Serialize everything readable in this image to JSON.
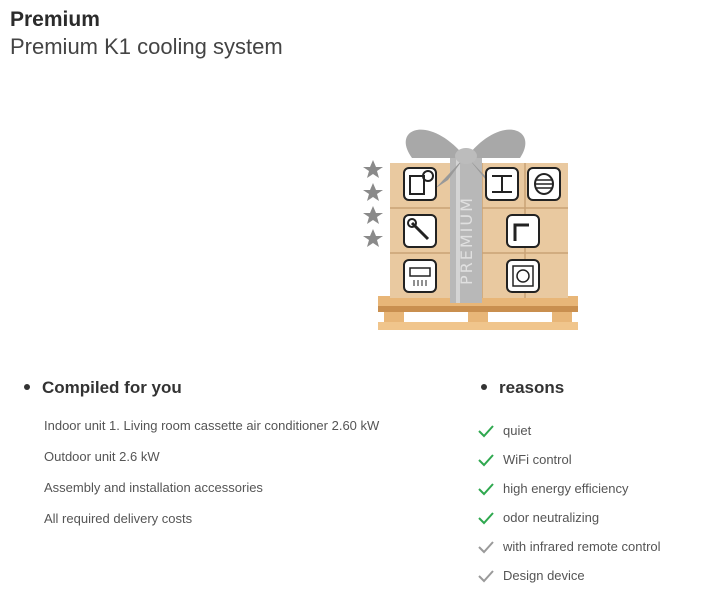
{
  "header": {
    "title": "Premium",
    "subtitle": "Premium K1 cooling system"
  },
  "hero": {
    "band_text": "PREMIUM",
    "star_count": 4,
    "icons": [
      "settings-document-icon",
      "steel-beam-icon",
      "cable-reel-icon",
      "wrench-icon",
      "pipe-icon",
      "indoor-ac-unit-icon",
      "outdoor-ac-unit-icon"
    ]
  },
  "compiled": {
    "heading": "Compiled for you",
    "items": [
      "Indoor unit 1. Living room cassette air conditioner 2.60 kW",
      "Outdoor unit 2.6 kW",
      "Assembly and installation accessories",
      "All required delivery costs"
    ]
  },
  "reasons": {
    "heading": "reasons",
    "items": [
      {
        "label": "quiet",
        "color": "#2fa84f"
      },
      {
        "label": "WiFi control",
        "color": "#2fa84f"
      },
      {
        "label": "high energy efficiency",
        "color": "#2fa84f"
      },
      {
        "label": "odor neutralizing",
        "color": "#2fa84f"
      },
      {
        "label": "with infrared remote control",
        "color": "#9a9a9a"
      },
      {
        "label": "Design device",
        "color": "#9a9a9a"
      }
    ]
  }
}
